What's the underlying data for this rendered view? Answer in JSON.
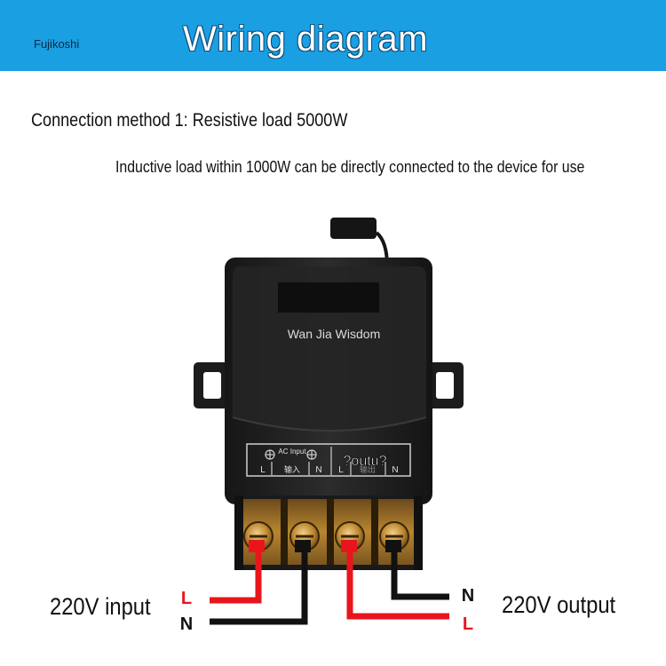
{
  "header": {
    "brand": "Fujikoshi",
    "title": "Wiring diagram",
    "banner_color": "#1a9fe2"
  },
  "content": {
    "method": "Connection method 1: Resistive load 5000W",
    "note": "Inductive load within 1000W can be directly connected to the device for use"
  },
  "device": {
    "watermark": "Wan Jia Wisdom",
    "panel": {
      "ac_input": "AC Input",
      "input_cn": "输入",
      "output_cn": "输出",
      "overlay": "?outu?",
      "term_L": "L",
      "term_N": "N"
    }
  },
  "wiring": {
    "input_label": "220V input",
    "output_label": "220V output",
    "in_L": "L",
    "in_N": "N",
    "out_N": "N",
    "out_L": "L",
    "live_color": "#e8161c",
    "neutral_color": "#111111"
  }
}
